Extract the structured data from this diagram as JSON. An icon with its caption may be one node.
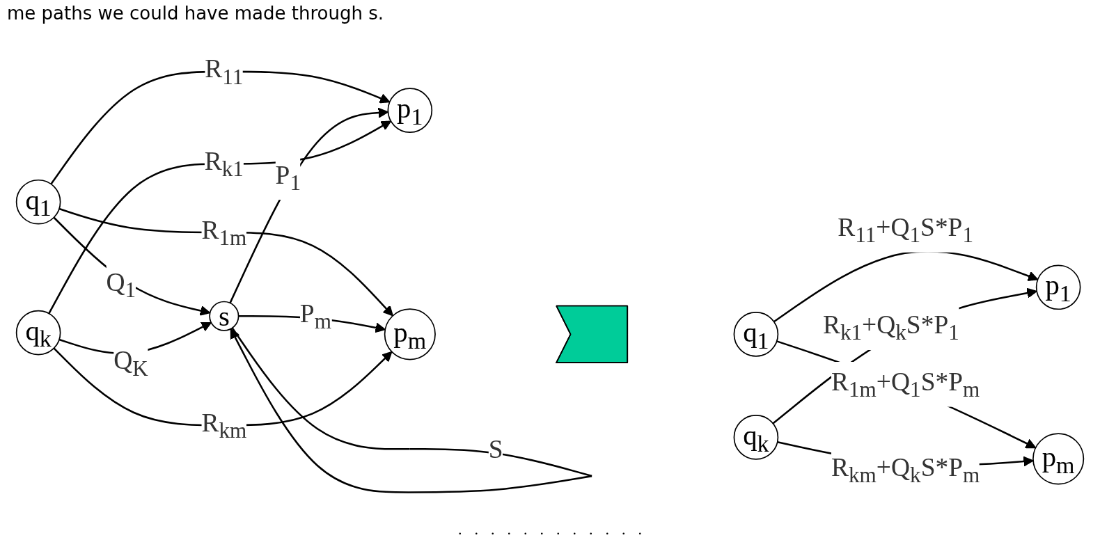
{
  "diagram": {
    "nodes": [
      {
        "text": [
          "q$_{1}$"
        ]
      },
      {
        "text": [
          "p$_{1}$"
        ]
      },
      {
        "text": [
          "s"
        ]
      },
      {
        "text": [
          "q$_{k}$"
        ]
      },
      {
        "text": [
          "p$_{m}$"
        ]
      },
      {
        "text": [],
        "shape": "arrow"
      },
      {
        "text": [
          "q$_{1}$"
        ]
      },
      {
        "text": [
          "p$_{1}$"
        ]
      },
      {
        "text": [
          "q$_{k}$"
        ]
      },
      {
        "text": [
          "p$_{m}$"
        ]
      }
    ],
    "edges": [
      {
        "from": 0,
        "to": 4,
        "arrow": "to",
        "label": "R$_{1m}$"
      },
      {
        "from": 0,
        "to": 1,
        "arrow": "to",
        "label": "R$_{11}$"
      },
      {
        "from": 0,
        "to": 2,
        "arrow": "to",
        "label": "Q$_{1}$"
      },
      {
        "from": 2,
        "to": 2,
        "arrow": "to",
        "label": "S"
      },
      {
        "from": 2,
        "to": 1,
        "arrow": "to",
        "label": "P$_{1}$"
      },
      {
        "from": 3,
        "to": 2,
        "arrow": "to",
        "label": "Q$_{K}$"
      },
      {
        "from": 2,
        "to": 4,
        "arrow": "to",
        "label": "P$_{m}$"
      },
      {
        "from": 3,
        "to": 4,
        "arrow": "to",
        "label": "R$_{km}$"
      },
      {
        "from": 3,
        "to": 1,
        "arrow": "to",
        "label": "R$_{k1}$"
      },
      {
        "from": 6,
        "to": 7,
        "arrow": "to",
        "label": "R$_{11}$+Q$_{1}$S*P$_{1}$"
      },
      {
        "from": 6,
        "to": 9,
        "arrow": "to",
        "label": "R$_{1m}$+Q$_{1}$S*P$_{m}$"
      },
      {
        "from": 8,
        "to": 7,
        "arrow": "to",
        "label": "R$_{k1}$+Q$_{k}$S*P$_{1}$"
      },
      {
        "from": 8,
        "to": 9,
        "arrow": "to",
        "label": "R$_{km}$+Q$_{k}$S*P$_{m}$"
      }
    ],
    "labels": [
      "me paths we could have made through s.",
      ".",
      ".",
      ".",
      ".",
      ".",
      ".",
      ".",
      ".",
      ".",
      ".",
      ".",
      "."
    ]
  }
}
